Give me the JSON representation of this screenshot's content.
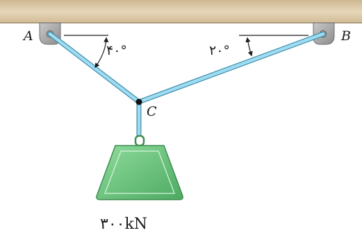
{
  "labels": {
    "support_a": "A",
    "support_b": "B",
    "joint_c": "C",
    "angle_a": "۴۰°",
    "angle_b": "۲۰°",
    "load": "۳۰۰kN"
  },
  "colors": {
    "ceiling": "#dcc9a6",
    "cable": "#8fd0e8",
    "weight": "#6cc67e",
    "bracket": "#a9a9a9"
  }
}
